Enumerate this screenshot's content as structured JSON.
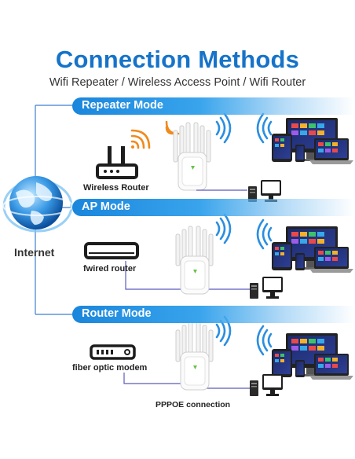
{
  "header": {
    "title": "Connection Methods",
    "subtitle": "Wifi Repeater / Wireless Access Point / Wifi Router"
  },
  "sections": [
    {
      "mode_label": "Repeater Mode",
      "device_label": "Wireless Router"
    },
    {
      "mode_label": "AP Mode",
      "device_label": "fwired router"
    },
    {
      "mode_label": "Router Mode",
      "device_label": "fiber optic modem"
    }
  ],
  "globe_label": "Internet",
  "footer_label": "PPPOE connection",
  "colors": {
    "accent": "#1673c9",
    "band": "#2b95e6",
    "wifi": "#2b8ee0",
    "wifi_orange": "#f08a1c",
    "line": "#5b5bbd"
  }
}
